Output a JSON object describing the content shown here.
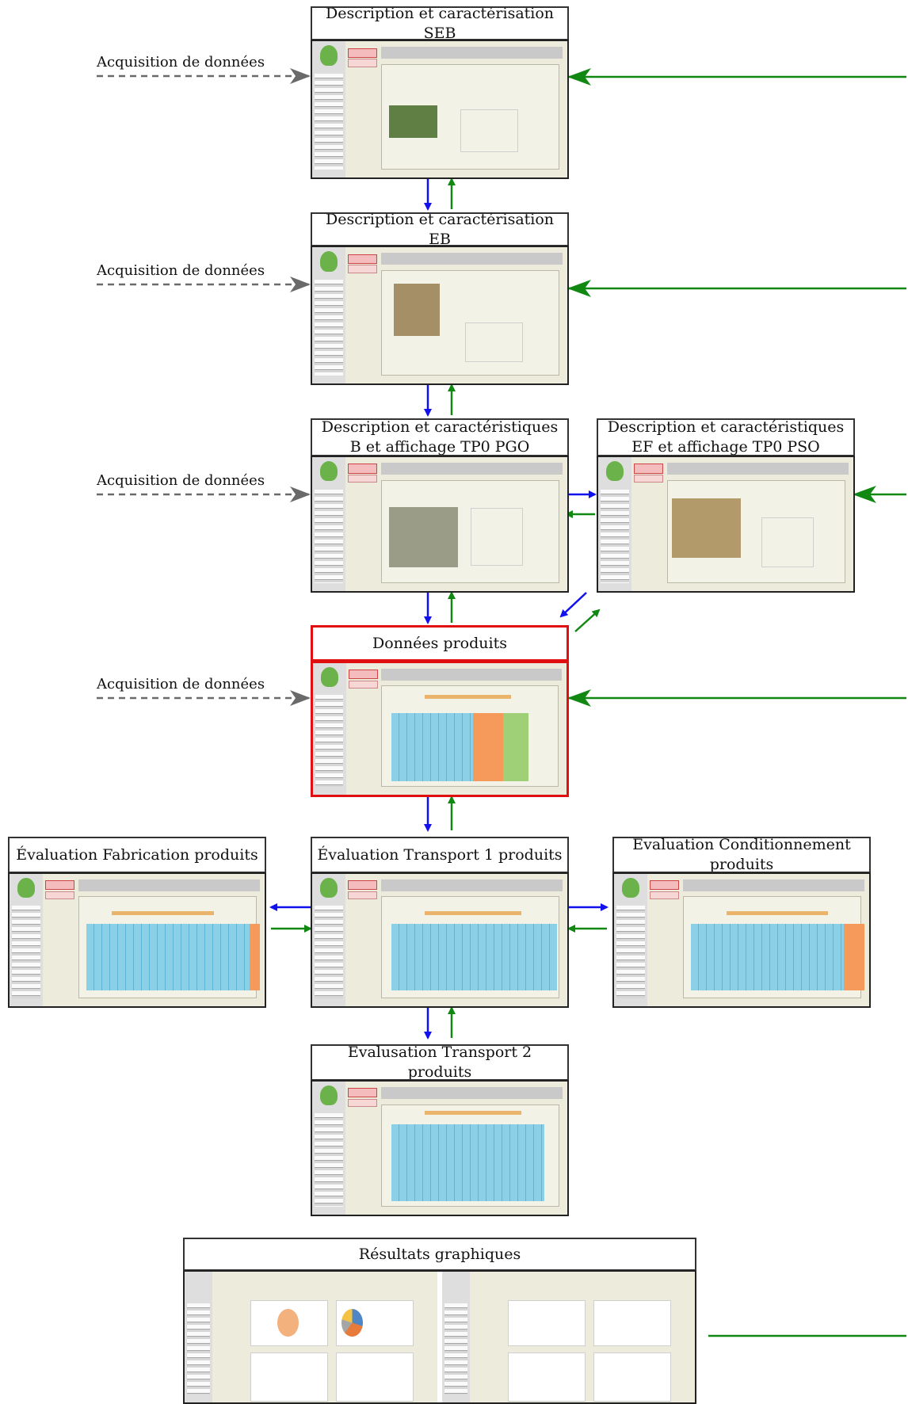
{
  "acquisition_label": "Acquisition de données",
  "boxes": {
    "seb": "Description  et caractérisation SEB",
    "eb": "Description  et caractérisation EB",
    "b_pgo": "Description et caractéristiques B et affichage TP0 PGO",
    "ef_pso": "Description et caractéristiques EF et affichage TP0 PSO",
    "donnees": "Données produits",
    "fabrication": "Évaluation Fabrication produits",
    "transport1": "Évaluation Transport 1 produits",
    "conditionnement": "Évaluation Conditionnement produits",
    "transport2": "Évalusation Transport 2 produits",
    "resultats": "Résultats graphiques"
  },
  "colors": {
    "blue_arrow": "#1111ee",
    "green_arrow": "#118811",
    "dashed_arrow": "#6a6a6a",
    "highlight": "#e01010"
  }
}
